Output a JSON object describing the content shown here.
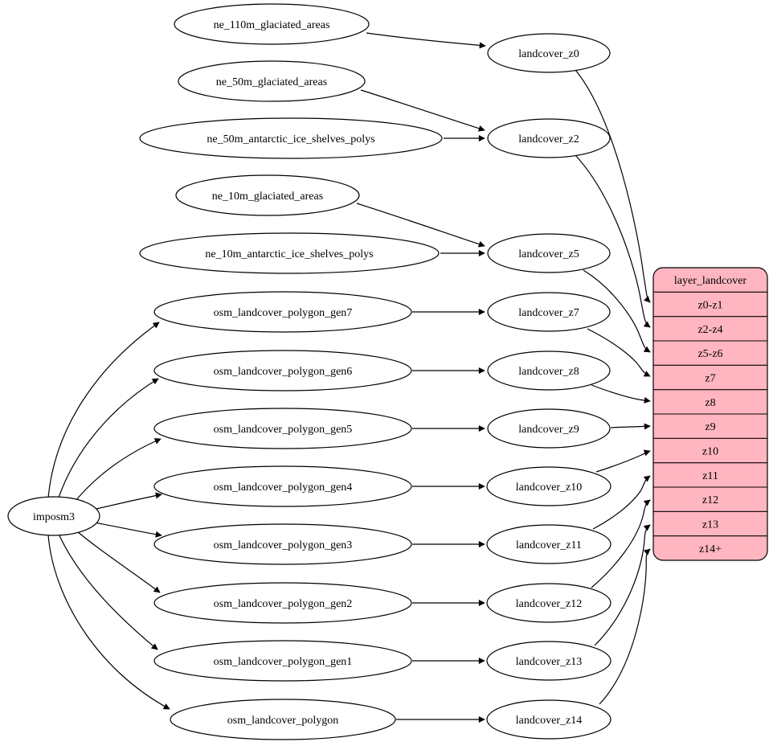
{
  "diagram": {
    "importer": {
      "label": "imposm3"
    },
    "sources": [
      "ne_110m_glaciated_areas",
      "ne_50m_glaciated_areas",
      "ne_50m_antarctic_ice_shelves_polys",
      "ne_10m_glaciated_areas",
      "ne_10m_antarctic_ice_shelves_polys",
      "osm_landcover_polygon_gen7",
      "osm_landcover_polygon_gen6",
      "osm_landcover_polygon_gen5",
      "osm_landcover_polygon_gen4",
      "osm_landcover_polygon_gen3",
      "osm_landcover_polygon_gen2",
      "osm_landcover_polygon_gen1",
      "osm_landcover_polygon"
    ],
    "views": [
      "landcover_z0",
      "landcover_z2",
      "landcover_z5",
      "landcover_z7",
      "landcover_z8",
      "landcover_z9",
      "landcover_z10",
      "landcover_z11",
      "landcover_z12",
      "landcover_z13",
      "landcover_z14"
    ],
    "layer_table": {
      "title": "layer_landcover",
      "rows": [
        "z0-z1",
        "z2-z4",
        "z5-z6",
        "z7",
        "z8",
        "z9",
        "z10",
        "z11",
        "z12",
        "z13",
        "z14+"
      ],
      "fill": "#ffb6c1",
      "stroke": "#000000"
    },
    "colors": {
      "node_fill": "#ffffff",
      "edge": "#000000",
      "background": "#ffffff"
    },
    "edges": [
      {
        "from": "imposm3",
        "to": "osm_landcover_polygon_gen7"
      },
      {
        "from": "imposm3",
        "to": "osm_landcover_polygon_gen6"
      },
      {
        "from": "imposm3",
        "to": "osm_landcover_polygon_gen5"
      },
      {
        "from": "imposm3",
        "to": "osm_landcover_polygon_gen4"
      },
      {
        "from": "imposm3",
        "to": "osm_landcover_polygon_gen3"
      },
      {
        "from": "imposm3",
        "to": "osm_landcover_polygon_gen2"
      },
      {
        "from": "imposm3",
        "to": "osm_landcover_polygon_gen1"
      },
      {
        "from": "imposm3",
        "to": "osm_landcover_polygon"
      },
      {
        "from": "ne_110m_glaciated_areas",
        "to": "landcover_z0"
      },
      {
        "from": "ne_50m_glaciated_areas",
        "to": "landcover_z2"
      },
      {
        "from": "ne_50m_antarctic_ice_shelves_polys",
        "to": "landcover_z2"
      },
      {
        "from": "ne_10m_glaciated_areas",
        "to": "landcover_z5"
      },
      {
        "from": "ne_10m_antarctic_ice_shelves_polys",
        "to": "landcover_z5"
      },
      {
        "from": "osm_landcover_polygon_gen7",
        "to": "landcover_z7"
      },
      {
        "from": "osm_landcover_polygon_gen6",
        "to": "landcover_z8"
      },
      {
        "from": "osm_landcover_polygon_gen5",
        "to": "landcover_z9"
      },
      {
        "from": "osm_landcover_polygon_gen4",
        "to": "landcover_z10"
      },
      {
        "from": "osm_landcover_polygon_gen3",
        "to": "landcover_z11"
      },
      {
        "from": "osm_landcover_polygon_gen2",
        "to": "landcover_z12"
      },
      {
        "from": "osm_landcover_polygon_gen1",
        "to": "landcover_z13"
      },
      {
        "from": "osm_landcover_polygon",
        "to": "landcover_z14"
      },
      {
        "from": "landcover_z0",
        "to": "layer_landcover:z0-z1"
      },
      {
        "from": "landcover_z2",
        "to": "layer_landcover:z2-z4"
      },
      {
        "from": "landcover_z5",
        "to": "layer_landcover:z5-z6"
      },
      {
        "from": "landcover_z7",
        "to": "layer_landcover:z7"
      },
      {
        "from": "landcover_z8",
        "to": "layer_landcover:z8"
      },
      {
        "from": "landcover_z9",
        "to": "layer_landcover:z9"
      },
      {
        "from": "landcover_z10",
        "to": "layer_landcover:z10"
      },
      {
        "from": "landcover_z11",
        "to": "layer_landcover:z11"
      },
      {
        "from": "landcover_z12",
        "to": "layer_landcover:z12"
      },
      {
        "from": "landcover_z13",
        "to": "layer_landcover:z13"
      },
      {
        "from": "landcover_z14",
        "to": "layer_landcover:z14+"
      }
    ]
  }
}
